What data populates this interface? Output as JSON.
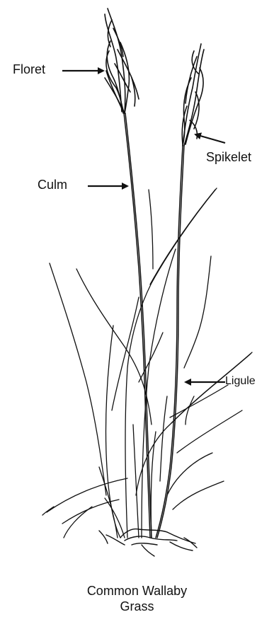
{
  "labels": {
    "floret": "Floret",
    "spikelet": "Spikelet",
    "culm": "Culm",
    "ligule": "Ligule"
  },
  "caption": {
    "line1": "Common Wallaby",
    "line2": "Grass"
  },
  "colors": {
    "ink": "#111111",
    "background": "#ffffff"
  }
}
